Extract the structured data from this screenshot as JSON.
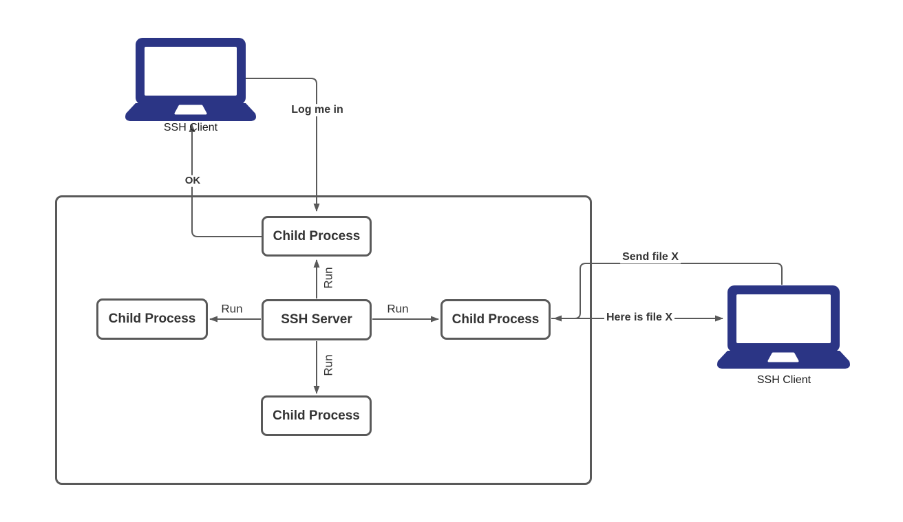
{
  "colors": {
    "laptop_blue": "#2b3585",
    "line_gray": "#595959",
    "text_dark": "#333333"
  },
  "clients": {
    "left": {
      "label": "SSH Client"
    },
    "right": {
      "label": "SSH Client"
    }
  },
  "server_box": {
    "label": "SSH Server"
  },
  "child_processes": {
    "top": "Child Process",
    "left": "Child Process",
    "right": "Child Process",
    "bottom": "Child Process"
  },
  "edges": {
    "log_me_in": "Log me in",
    "ok": "OK",
    "run_top": "Run",
    "run_left": "Run",
    "run_right": "Run",
    "run_bottom": "Run",
    "send_file": "Send file X",
    "here_is_file": "Here is file X"
  }
}
